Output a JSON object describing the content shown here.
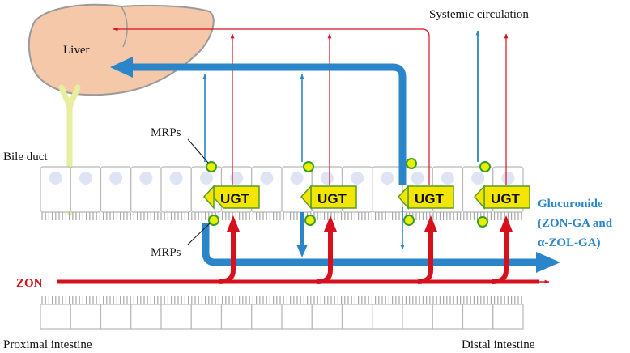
{
  "labels": {
    "liver": "Liver",
    "systemic_circulation": "Systemic circulation",
    "bile_duct": "Bile duct",
    "mrps_top": "MRPs",
    "mrps_bottom": "MRPs",
    "glucuronide_line1": "Glucuronide",
    "glucuronide_line2": "(ZON-GA and",
    "glucuronide_line3": "α-ZOL-GA)",
    "zon": "ZON",
    "proximal_intestine": "Proximal intestine",
    "distal_intestine": "Distal intestine"
  },
  "ugt_boxes": [
    "UGT",
    "UGT",
    "UGT",
    "UGT"
  ],
  "colors": {
    "red": "#d7101e",
    "blue": "#2a86c8",
    "liver_fill": "#f4c8a9",
    "liver_stroke": "#9a9a9a",
    "bile_duct": "#e8eea0",
    "ugt_fill": "#f2e600",
    "mrp_fill": "#e6f000",
    "mrp_stroke": "#3a9a2a",
    "cell_nucleus": "#dfe4f5",
    "glucuronide_text": "#2a86c8"
  }
}
